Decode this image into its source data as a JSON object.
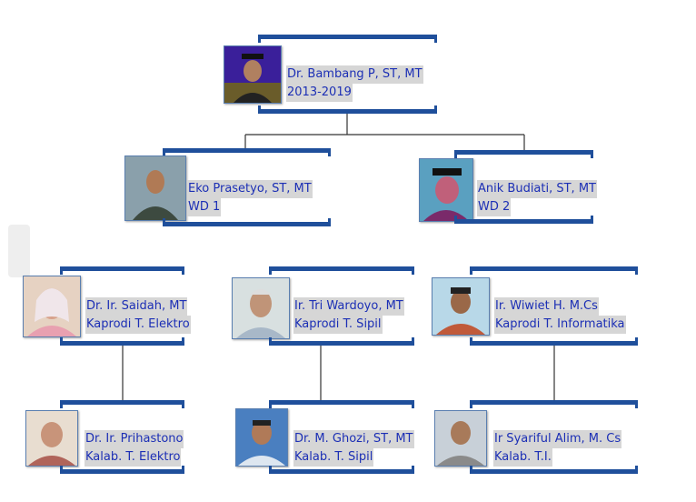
{
  "nodes": {
    "head": {
      "name": "Dr. Bambang P, ST, MT",
      "role": "2013-2019"
    },
    "wd1": {
      "name": "Eko Prasetyo, ST, MT",
      "role": "WD 1"
    },
    "wd2": {
      "name": "Anik Budiati, ST, MT",
      "role": "WD 2"
    },
    "kp1": {
      "name": "Dr. Ir. Saidah, MT",
      "role": "Kaprodi T. Elektro"
    },
    "kp2": {
      "name": "Ir. Tri Wardoyo, MT",
      "role": "Kaprodi T. Sipil"
    },
    "kp3": {
      "name": "Ir. Wiwiet H. M.Cs",
      "role": "Kaprodi T. Informatika"
    },
    "kl1": {
      "name": "Dr. Ir. Prihastono",
      "role": "Kalab.  T. Elektro"
    },
    "kl2": {
      "name": "Dr. M. Ghozi, ST, MT",
      "role": "Kalab.  T. Sipil"
    },
    "kl3": {
      "name": "Ir Syariful Alim, M. Cs",
      "role": "Kalab.  T.I."
    }
  },
  "colors": {
    "bar": "#1f4f9b",
    "text": "#1c2fb5",
    "label_bg": "#d6d6d6",
    "connector": "#333333"
  }
}
